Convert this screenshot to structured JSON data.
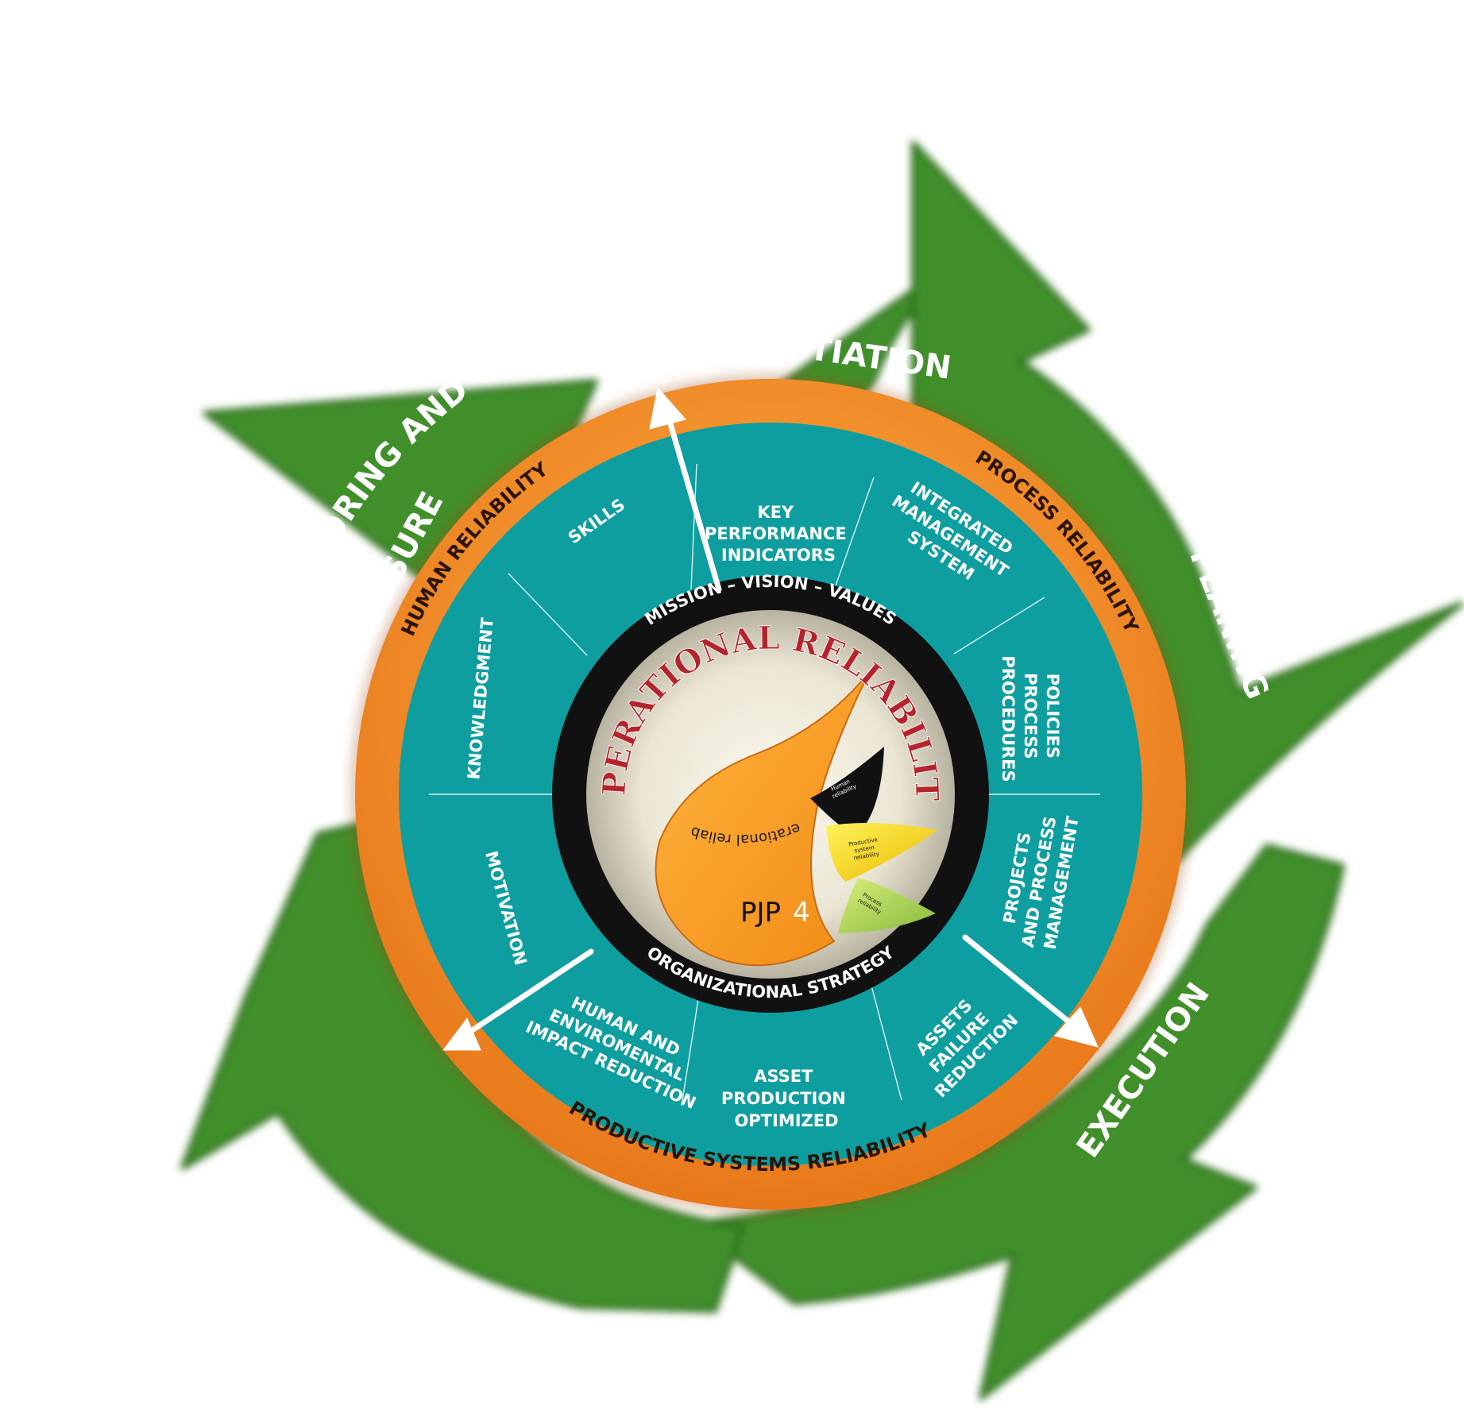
{
  "phases": {
    "initiation": "INITIATION",
    "planing": "PLANING",
    "execution": "EXECUTION",
    "monitoring": "MONITORING AND CONTROL",
    "closure": "CLOSURE"
  },
  "ring": {
    "human": "HUMAN RELIABILITY",
    "process": "PROCESS RELIABILITY",
    "productive": "PRODUCTIVE SYSTEMS RELIABILITY"
  },
  "segments": {
    "kpi": [
      "KEY",
      "PERFORMANCE",
      "INDICATORS"
    ],
    "integrated": [
      "INTEGRATED",
      "MANAGEMENT",
      "SYSTEM"
    ],
    "policies": [
      "POLICIES",
      "PROCESS",
      "PROCEDURES"
    ],
    "projects": [
      "PROJECTS",
      "AND PROCESS",
      "MANAGEMENT"
    ],
    "assets_failure": [
      "ASSETS",
      "FAILURE",
      "REDUCTION"
    ],
    "asset_production": [
      "ASSET",
      "PRODUCTION",
      "OPTIMIZED"
    ],
    "human_env": [
      "HUMAN AND",
      "ENVIROMENTAL",
      "IMPACT REDUCTION"
    ],
    "motivation": "MOTIVATION",
    "knowledgment": "KNOWLEDGMENT",
    "skills": "SKILLS"
  },
  "black_ring": {
    "top": "MISSION – VISION – VALUES",
    "bottom": "ORGANIZATIONAL STRATEGY"
  },
  "center": {
    "title": "OPERATIONAL RELIABILITY",
    "drop_label": "Operational reliability",
    "leaf_human": [
      "Human",
      "reliability"
    ],
    "leaf_productive": [
      "Productive",
      "system",
      "reliability"
    ],
    "leaf_process": [
      "Process",
      "reliability"
    ],
    "logo": "PJP",
    "logo_number": "4"
  },
  "colors": {
    "green": "#3f8f2a",
    "orange": "#f08a22",
    "teal": "#0e9ea0",
    "black": "#111111",
    "title_red": "#b5232b"
  }
}
